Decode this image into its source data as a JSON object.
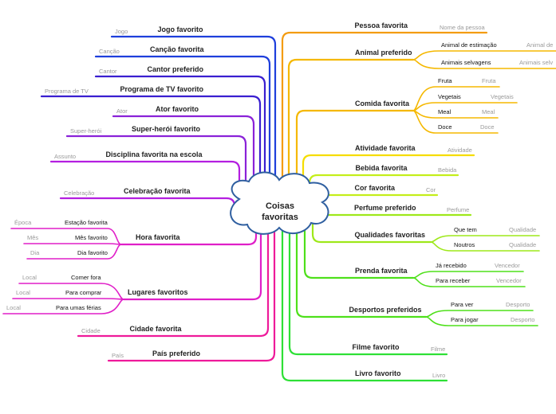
{
  "center": {
    "line1": "Coisas",
    "line2": "favoritas"
  },
  "colors": {
    "blue": "#1e3fdc",
    "indigo": "#3a1fd0",
    "purple": "#8a22d8",
    "violet": "#b41fe0",
    "magenta": "#e01fc8",
    "pink": "#ee1a9a",
    "orange": "#f39c12",
    "amber": "#f5b800",
    "yellow": "#f5dd00",
    "lime": "#c4ee1a",
    "yellowgreen": "#9ee81a",
    "green": "#4ee01a",
    "brightgreen": "#2ee036",
    "center_fill": "#ffffff",
    "center_stroke": "#2f5fa0"
  },
  "left_topics": [
    {
      "id": "l0",
      "label": "Jogo favorito",
      "hint": "Jogo"
    },
    {
      "id": "l1",
      "label": "Canção favorita",
      "hint": "Canção"
    },
    {
      "id": "l2",
      "label": "Cantor preferido",
      "hint": "Cantor"
    },
    {
      "id": "l3",
      "label": "Programa de TV favorito",
      "hint": "Programa de TV"
    },
    {
      "id": "l4",
      "label": "Ator favorito",
      "hint": "Ator"
    },
    {
      "id": "l5",
      "label": "Super-herói favorito",
      "hint": "Super-herói"
    },
    {
      "id": "l6",
      "label": "Disciplina favorita na escola",
      "hint": "Assunto"
    },
    {
      "id": "l7",
      "label": "Celebração favorita",
      "hint": "Celebração"
    },
    {
      "id": "l8",
      "label": "Hora favorita",
      "children": [
        {
          "label": "Estação favorita",
          "hint": "Época"
        },
        {
          "label": "Mês favorito",
          "hint": "Mês"
        },
        {
          "label": "Dia favorito",
          "hint": "Dia"
        }
      ]
    },
    {
      "id": "l9",
      "label": "Lugares favoritos",
      "children": [
        {
          "label": "Comer fora",
          "hint": "Local"
        },
        {
          "label": "Para comprar",
          "hint": "Local"
        },
        {
          "label": "Para umas férias",
          "hint": "Local"
        }
      ]
    },
    {
      "id": "l10",
      "label": "Cidade favorita",
      "hint": "Cidade"
    },
    {
      "id": "l11",
      "label": "País preferido",
      "hint": "País"
    }
  ],
  "right_topics": [
    {
      "id": "r0",
      "label": "Pessoa favorita",
      "hint": "Nome da pessoa"
    },
    {
      "id": "r1",
      "label": "Animal preferido",
      "children": [
        {
          "label": "Animal de estimação",
          "hint": "Animal de"
        },
        {
          "label": "Animais selvagens",
          "hint": "Animais selv"
        }
      ]
    },
    {
      "id": "r2",
      "label": "Comida favorita",
      "children": [
        {
          "label": "Fruta",
          "hint": "Fruta"
        },
        {
          "label": "Vegetais",
          "hint": "Vegetais"
        },
        {
          "label": "Meal",
          "hint": "Meal"
        },
        {
          "label": "Doce",
          "hint": "Doce"
        }
      ]
    },
    {
      "id": "r3",
      "label": "Atividade favorita",
      "hint": "Atividade"
    },
    {
      "id": "r4",
      "label": "Bebida favorita",
      "hint": "Bebida"
    },
    {
      "id": "r5",
      "label": "Cor favorita",
      "hint": "Cor"
    },
    {
      "id": "r6",
      "label": "Perfume preferido",
      "hint": "Perfume"
    },
    {
      "id": "r7",
      "label": "Qualidades favoritas",
      "children": [
        {
          "label": "Que tem",
          "hint": "Qualidade"
        },
        {
          "label": "Noutros",
          "hint": "Qualidade"
        }
      ]
    },
    {
      "id": "r8",
      "label": "Prenda favorita",
      "children": [
        {
          "label": "Já recebido",
          "hint": "Vencedor"
        },
        {
          "label": "Para receber",
          "hint": "Vencedor"
        }
      ]
    },
    {
      "id": "r9",
      "label": "Desportos preferidos",
      "children": [
        {
          "label": "Para ver",
          "hint": "Desporto"
        },
        {
          "label": "Para jogar",
          "hint": "Desporto"
        }
      ]
    },
    {
      "id": "r10",
      "label": "Filme favorito",
      "hint": "Filme"
    },
    {
      "id": "r11",
      "label": "Livro favorito",
      "hint": "Livro"
    }
  ]
}
